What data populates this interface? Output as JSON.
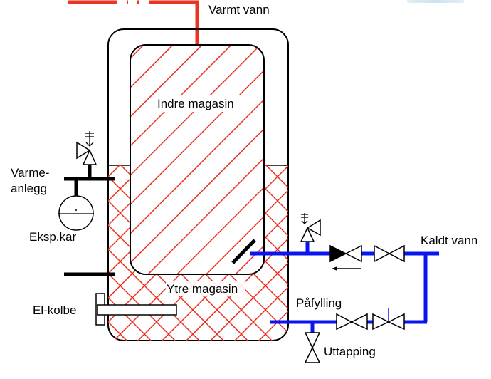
{
  "title": "Hot water tank diagram (dobbeltmantlet bereder)",
  "colors": {
    "hot_pipe": "#ee3322",
    "cold_pipe": "#0a14ee",
    "hatch": "#ee2a1a",
    "outline": "#000000"
  },
  "labels": {
    "hot_water": "Varmt vann",
    "inner_tank": "Indre magasin",
    "heating_system_line1": "Varme-",
    "heating_system_line2": "anlegg",
    "expansion_tank": "Eksp.kar",
    "outer_tank": "Ytre magasin",
    "immersion_heater": "El-kolbe",
    "cold_water": "Kaldt vann",
    "filling": "Påfylling",
    "drain": "Uttapping"
  },
  "components": [
    {
      "name": "safety-valve",
      "circuit": "heating"
    },
    {
      "name": "expansion-vessel",
      "circuit": "heating"
    },
    {
      "name": "safety-valve",
      "circuit": "cold-water"
    },
    {
      "name": "check-valve",
      "circuit": "cold-water"
    },
    {
      "name": "shutoff-valve",
      "circuit": "cold-water"
    },
    {
      "name": "shutoff-valve",
      "circuit": "filling"
    },
    {
      "name": "shutoff-valve",
      "circuit": "filling"
    },
    {
      "name": "drain-valve",
      "circuit": "drain"
    },
    {
      "name": "immersion-heater",
      "circuit": "outer-tank"
    }
  ]
}
